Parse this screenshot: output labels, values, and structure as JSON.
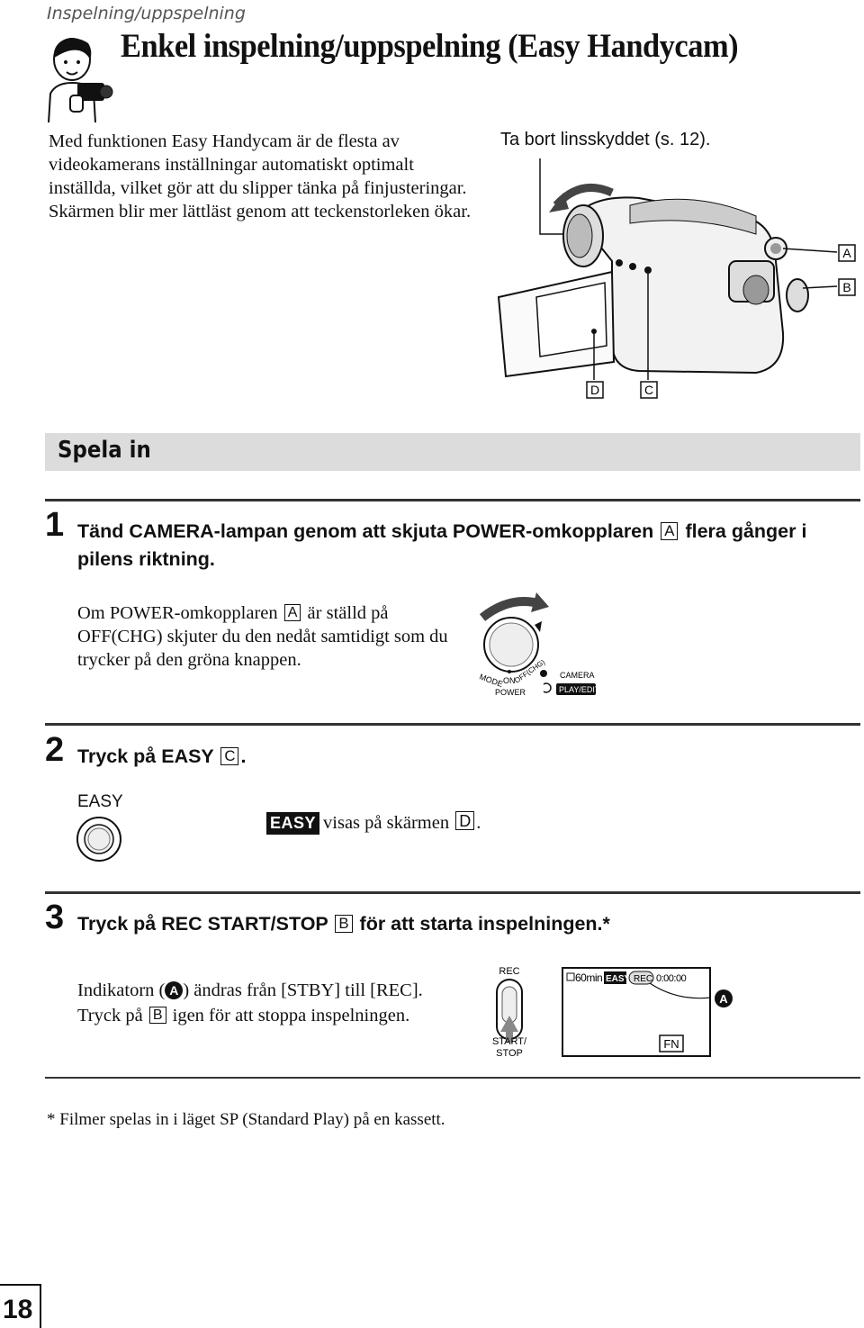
{
  "header": {
    "section_label": "Inspelning/uppspelning",
    "title": "Enkel inspelning/uppspelning (Easy Handycam)"
  },
  "intro_text": "Med funktionen Easy Handycam är de flesta av videokamerans inställningar automatiskt optimalt inställda, vilket gör att du slipper tänka på finjusteringar. Skärmen blir mer lättläst genom att teckenstorleken ökar.",
  "camera_figure": {
    "caption": "Ta bort linsskyddet (s. 12).",
    "callouts": [
      "A",
      "B",
      "D",
      "C"
    ]
  },
  "section_band": "Spela in",
  "steps": [
    {
      "number": "1",
      "text_before": "Tänd CAMERA-lampan genom att skjuta POWER-omkopplaren",
      "key": "A",
      "text_after": "flera gånger i pilens riktning.",
      "note_before": "Om POWER-omkopplaren",
      "note_key": "A",
      "note_after": "är ställd på OFF(CHG) skjuter du den nedåt samtidigt som du trycker på den gröna knappen.",
      "dial_labels": {
        "mode": "MODE",
        "on": "ON",
        "off": "OFF(CHG)",
        "power": "POWER",
        "camera": "CAMERA",
        "play_edit": "PLAY/EDIT"
      }
    },
    {
      "number": "2",
      "text": "Tryck på EASY",
      "key": "C",
      "button_label": "EASY",
      "badge": "EASY",
      "note_text": "visas på skärmen",
      "note_key": "D"
    },
    {
      "number": "3",
      "text_before": "Tryck på REC START/STOP",
      "key": "B",
      "text_after": "för att starta inspelningen.*",
      "note_line1_before": "Indikatorn (",
      "note_line1_marker": "A",
      "note_line1_after": ") ändras från [STBY] till [REC].",
      "note_line2_before": "Tryck på",
      "note_line2_key": "B",
      "note_line2_after": "igen för att stoppa inspelningen.",
      "rec_button": {
        "top_label": "REC",
        "bottom_label_1": "START/",
        "bottom_label_2": "STOP"
      },
      "screen": {
        "tape": "60min",
        "easy": "EASY",
        "rec": "REC",
        "time": "0:00:00",
        "fn": "FN",
        "marker": "A"
      }
    }
  ],
  "footnote": "* Filmer spelas in i läget SP (Standard Play) på en kassett.",
  "page_number": "18"
}
